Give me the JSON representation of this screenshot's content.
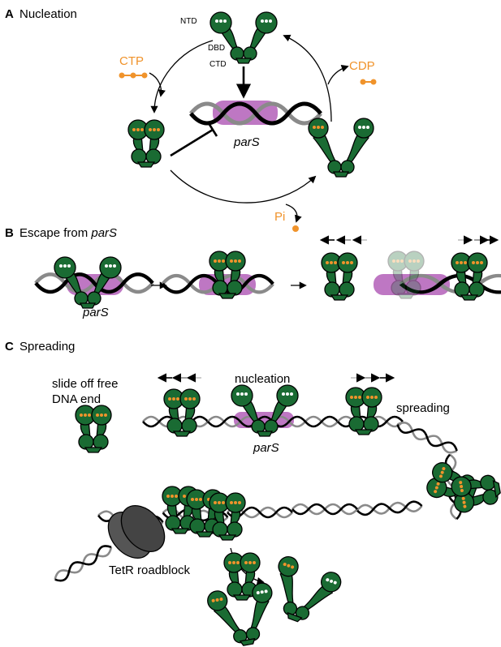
{
  "panels": {
    "a": {
      "letter": "A",
      "title": "Nucleation"
    },
    "b": {
      "letter": "B",
      "title_prefix": "Escape from ",
      "title_italic": "parS"
    },
    "c": {
      "letter": "C",
      "title": "Spreading"
    }
  },
  "labels": {
    "ntd": "NTD",
    "dbd": "DBD",
    "ctd": "CTD",
    "ctp": "CTP",
    "cdp": "CDP",
    "pi": "Pi",
    "pars": "parS",
    "slide_line1": "slide off free",
    "slide_line2": "DNA end",
    "nucleation": "nucleation",
    "spreading": "spreading",
    "tetr": "TetR roadblock"
  },
  "colors": {
    "protein": "#1a6b33",
    "parS": "#b35fb8",
    "ctp_orange": "#f0932b",
    "dna_dark": "#000000",
    "dna_light": "#888888",
    "roadblock": "#444444"
  }
}
